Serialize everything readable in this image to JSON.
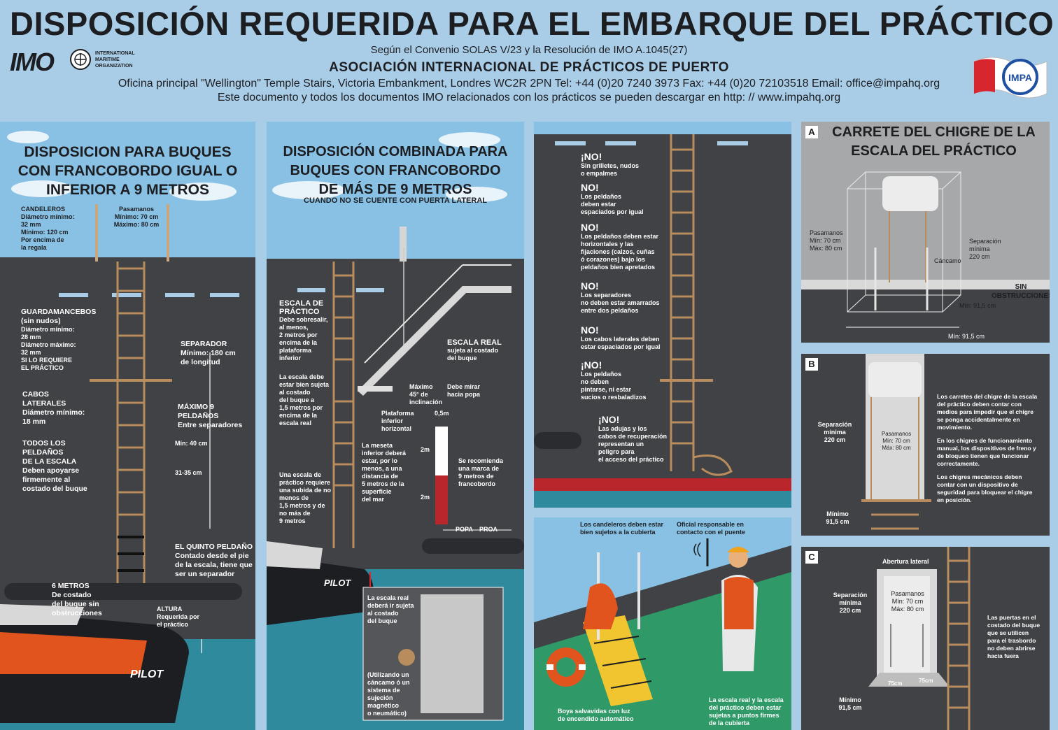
{
  "header": {
    "title": "DISPOSICIÓN REQUERIDA PARA EL EMBARQUE DEL PRÁCTICO",
    "imo_letters": "IMO",
    "imo_org": [
      "INTERNATIONAL",
      "MARITIME",
      "ORGANIZATION"
    ],
    "subtitle": "Según el Convenio SOLAS V/23 y la Resolución de IMO A.1045(27)",
    "association": "ASOCIACIÓN INTERNACIONAL DE PRÁCTICOS  DE PUERTO",
    "address": "Oficina principal \"Wellington\" Temple Stairs, Victoria Embankment, Londres WC2R 2PN  Tel: +44 (0)20 7240 3973  Fax: +44 (0)20 72103518  Email: office@impahq.org",
    "download_note": "Este documento y todos los documentos IMO relacionados con los prácticos se pueden descargar en http: // www.impahq.org",
    "impa_letters": "IMPA"
  },
  "panel1": {
    "title": [
      "DISPOSICION PARA BUQUES",
      "CON FRANCOBORDO IGUAL O",
      "INFERIOR A 9 METROS"
    ],
    "candeleros": [
      "CANDELEROS",
      "Diámetro mínimo:",
      "32 mm",
      "Mínimo: 120 cm",
      "Por encima de",
      "la regala"
    ],
    "pasamanos": [
      "Pasamanos",
      "Mínimo: 70 cm",
      "Máximo: 80 cm"
    ],
    "guardamancebos": [
      "GUARDAMANCEBOS",
      "(sin nudos)",
      "Diámetro mínimo:",
      "28 mm",
      "Diámetro máximo:",
      "32 mm",
      "SI LO REQUIERE",
      "EL PRÁCTICO"
    ],
    "separador": [
      "SEPARADOR",
      "Mínimo: 180 cm",
      "de longitud"
    ],
    "cabos": [
      "CABOS",
      "LATERALES",
      "Diámetro mínimo:",
      "18 mm"
    ],
    "maximo": [
      "MÁXIMO 9 PELDAÑOS",
      "Entre separadores"
    ],
    "todos": [
      "TODOS LOS",
      "PELDAÑOS",
      "DE LA ESCALA",
      "Deben apoyarse",
      "firmemente al",
      "costado del buque"
    ],
    "min40": "Mín: 40 cm",
    "range3135": "31-35  cm",
    "quinto": [
      "EL QUINTO PELDAÑO",
      "Contado desde el pie",
      "de la escala, tiene que",
      "ser un separador"
    ],
    "seis": [
      "6 METROS",
      "De costado",
      "del buque sin",
      "obstrucciones"
    ],
    "altura": [
      "ALTURA",
      "Requerida por",
      "el práctico"
    ],
    "pilot": "PILOT"
  },
  "panel2": {
    "title": [
      "DISPOSICIÓN COMBINADA PARA",
      "BUQUES CON FRANCOBORDO",
      "DE MÁS DE 9 METROS"
    ],
    "subtitle": "CUANDO NO SE CUENTE CON PUERTA LATERAL",
    "escala_practico": [
      "ESCALA DE",
      "PRÁCTICO",
      "Debe sobresalir,",
      "al menos,",
      "2 metros por",
      "encima de la",
      "plataforma",
      "inferior"
    ],
    "escala_real": [
      "ESCALA REAL",
      "sujeta al costado",
      "del buque"
    ],
    "sujeta": [
      "La escala debe",
      "estar bien sujeta",
      "al costado",
      "del buque a",
      "1,5 metros por",
      "encima de la",
      "escala real"
    ],
    "maximo45": [
      "Máximo",
      "45° de",
      "inclinación"
    ],
    "popa": [
      "Debe mirar",
      "hacia popa"
    ],
    "plataforma": [
      "Plataforma",
      "inferior",
      "horizontal"
    ],
    "meseta": [
      "La meseta",
      "inferior deberá",
      "estar, por lo",
      "menos, a una",
      "distancia de",
      "5 metros de la",
      "superficie",
      "del mar"
    ],
    "subida": [
      "Una escala de",
      "práctico requiere",
      "una subida de no",
      "menos de",
      "1,5 metros y de",
      "no más de",
      "9 metros"
    ],
    "marca_width": "0,5m",
    "marca_2m_a": "2m",
    "marca_2m_b": "2m",
    "recomienda": [
      "Se recomienda",
      "una marca de",
      "9 metros de",
      "francobordo"
    ],
    "popa_proa": [
      "POPA",
      "PROA"
    ],
    "escala_real_sujeta": [
      "La escala real",
      "deberá ir sujeta",
      "al costado",
      "del buque"
    ],
    "utilizando": [
      "(Utilizando un",
      "cáncamo ó un",
      "sistema de",
      "sujeción",
      "magnético",
      "o neumático)"
    ],
    "pilot": "PILOT"
  },
  "panel3": {
    "items": [
      {
        "no": "¡NO!",
        "text": [
          "Sin grilletes, nudos",
          "o empalmes"
        ]
      },
      {
        "no": "NO!",
        "text": [
          "Los peldaños",
          "deben estar",
          "espaciados por igual"
        ]
      },
      {
        "no": "NO!",
        "text": [
          "Los peldaños  deben estar",
          "horizontales y las",
          "fijaciones (calzos, cuñas",
          "ó corazones) bajo los",
          "peldaños  bien apretados"
        ]
      },
      {
        "no": "NO!",
        "text": [
          "Los separadores",
          "no deben estar amarrados",
          "entre dos peldaños"
        ]
      },
      {
        "no": "NO!",
        "text": [
          "Los cabos laterales deben",
          "estar espaciados por igual"
        ]
      },
      {
        "no": "¡NO!",
        "text": [
          "Los peldaños",
          "no deben",
          "pintarse, ni estar",
          "sucios o resbaladizos"
        ]
      },
      {
        "no": "¡NO!",
        "text": [
          "Las adujas y los",
          "cabos de recuperación",
          "representan un",
          "peligro para",
          "el acceso del práctico"
        ]
      }
    ]
  },
  "panel4": {
    "candeleros": [
      "Los candeleros deben estar",
      "bien sujetos a la cubierta"
    ],
    "oficial": [
      "Oficial responsable en",
      "contacto con el puente"
    ],
    "boya": [
      "Boya salvavidas con luz",
      "de encendido automático"
    ],
    "escala": [
      "La escala real  y la escala",
      "del práctico deben estar",
      "sujetas a puntos firmes",
      "de la cubierta"
    ]
  },
  "panelA": {
    "letter": "A",
    "title": [
      "CARRETE DEL CHIGRE DE LA",
      "ESCALA DEL PRÁCTICO"
    ],
    "pasamanos": [
      "Pasamanos",
      "Mín: 70 cm",
      "Máx: 80 cm"
    ],
    "separacion": [
      "Separación",
      "mínima",
      "220 cm"
    ],
    "cancamo": "Cáncamo",
    "sin": [
      "SIN",
      "OBSTRUCCIONES"
    ],
    "min915a": "Mín: 91,5 cm",
    "min915b": "Mín: 91,5 cm"
  },
  "panelB": {
    "letter": "B",
    "separacion": [
      "Separación",
      "mínima",
      "220 cm"
    ],
    "pasamanos": [
      "Pasamanos",
      "Mín: 70 cm",
      "Máx: 80 cm"
    ],
    "minimo": [
      "Mínimo",
      "91,5 cm"
    ],
    "text1": [
      "Los carretes del chigre de la escala",
      "del práctico deben contar con",
      "medios para impedir que el chigre",
      "se ponga accidentalmente en",
      "movimiento."
    ],
    "text2": [
      "En los chigres de funcionamiento",
      "manual, los dispositivos de freno y",
      "de bloqueo tienen que funcionar",
      "correctamente."
    ],
    "text3": [
      "Los chigres mecánicos deben",
      "contar con un dispositivo de",
      "seguridad para bloquear el chigre",
      "en posición."
    ]
  },
  "panelC": {
    "letter": "C",
    "abertura": "Abertura lateral",
    "separacion": [
      "Separación",
      "mínima",
      "220 cm"
    ],
    "pasamanos": [
      "Pasamanos",
      "Mín: 70 cm",
      "Máx: 80 cm"
    ],
    "d75a": "75cm",
    "d75b": "75cm",
    "minimo": [
      "Mínimo",
      "91,5 cm"
    ],
    "puertas": [
      "Las puertas en el",
      "costado del buque",
      "que se utilicen",
      "para el trasbordo",
      "no deben abrirse",
      "hacia fuera"
    ]
  }
}
